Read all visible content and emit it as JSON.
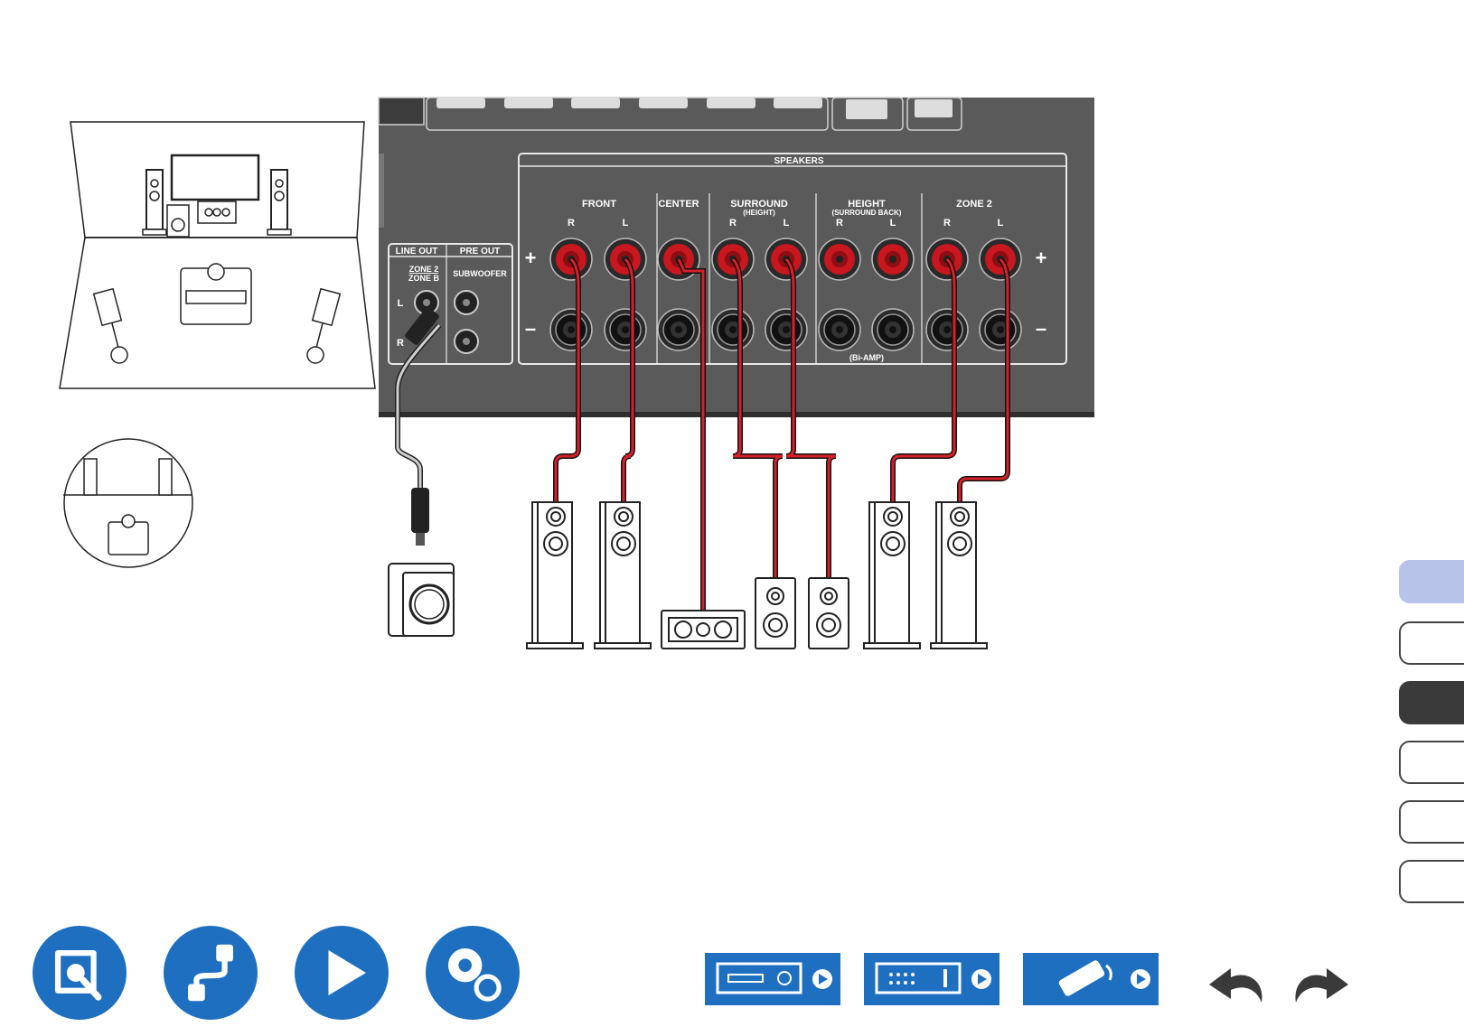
{
  "panel": {
    "speakers_label": "SPEAKERS",
    "line_out_label": "LINE OUT",
    "pre_out_label": "PRE OUT",
    "zone_label_1": "ZONE 2",
    "zone_label_2": "ZONE B",
    "subwoofer_label": "SUBWOOFER",
    "jack_left": "L",
    "jack_right": "R",
    "plus": "+",
    "minus": "–",
    "bi_amp": "(Bi-AMP)",
    "groups": [
      {
        "name": "FRONT",
        "sub": "",
        "r": "R",
        "l": "L"
      },
      {
        "name": "CENTER",
        "sub": "",
        "r": "",
        "l": ""
      },
      {
        "name": "SURROUND",
        "sub": "(HEIGHT)",
        "r": "R",
        "l": "L"
      },
      {
        "name": "HEIGHT",
        "sub": "(SURROUND BACK)",
        "r": "R",
        "l": "L"
      },
      {
        "name": "ZONE 2",
        "sub": "",
        "r": "R",
        "l": "L"
      }
    ]
  },
  "side_tabs": [
    "",
    "",
    "",
    "",
    "",
    ""
  ],
  "nav_icons": [
    "manual-search-icon",
    "connection-cable-icon",
    "playback-icon",
    "settings-gears-icon"
  ],
  "device_buttons": [
    "front-panel-icon",
    "rear-panel-icon",
    "remote-control-icon"
  ],
  "arrows": [
    "undo-arrow-icon",
    "redo-arrow-icon"
  ],
  "colors": {
    "panel": "#5a5a5a",
    "cable_red": "#d6202a",
    "accent_blue": "#1e6fc0",
    "tab_active": "#b7c3e8"
  }
}
